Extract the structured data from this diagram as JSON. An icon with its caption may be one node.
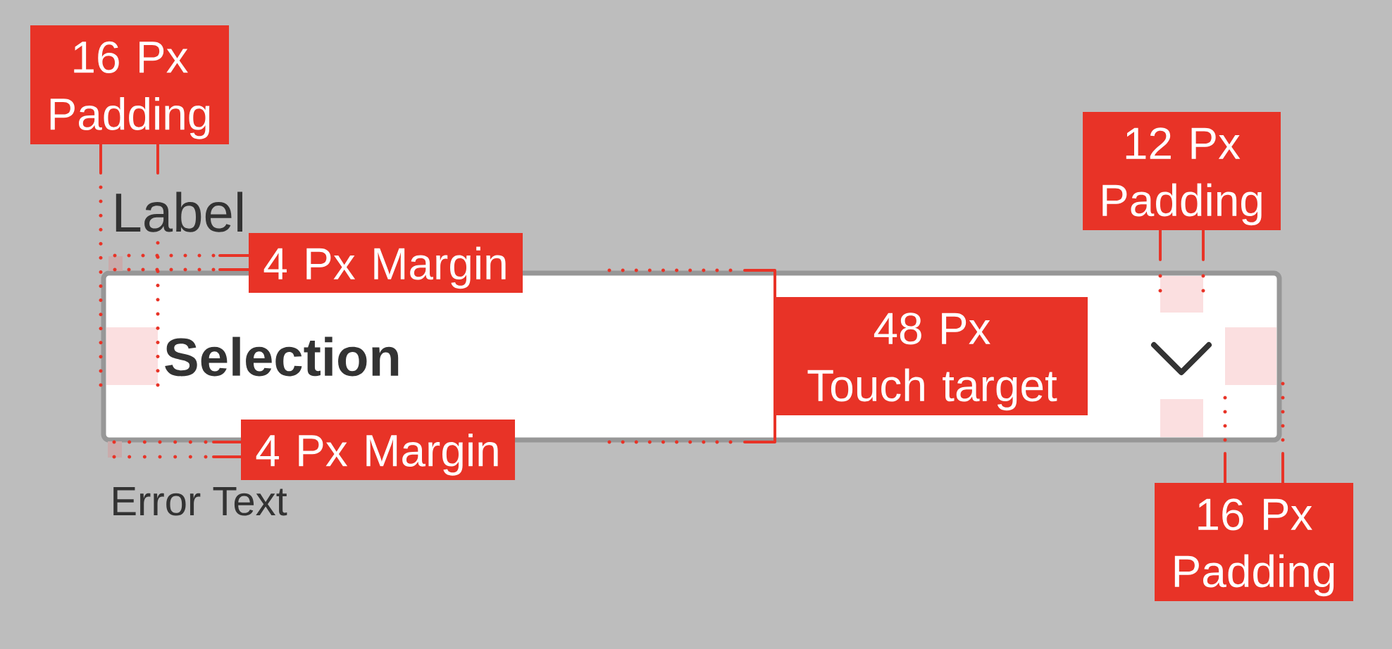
{
  "diagram": {
    "nodes": [
      {
        "text": [
          "16 Px Padding"
        ]
      },
      {
        "text": [
          "12 Px Padding"
        ]
      },
      {
        "text": [
          "4 Px Margin"
        ]
      },
      {
        "text": [
          "Label",
          "Selection"
        ]
      },
      {
        "text": [
          "48 Px Touch target"
        ],
        "in": 3
      },
      {
        "text": [
          "4 Px Margin"
        ]
      },
      {
        "text": [
          "16 Px Padding"
        ]
      }
    ],
    "labels": [
      "Error Text"
    ]
  }
}
